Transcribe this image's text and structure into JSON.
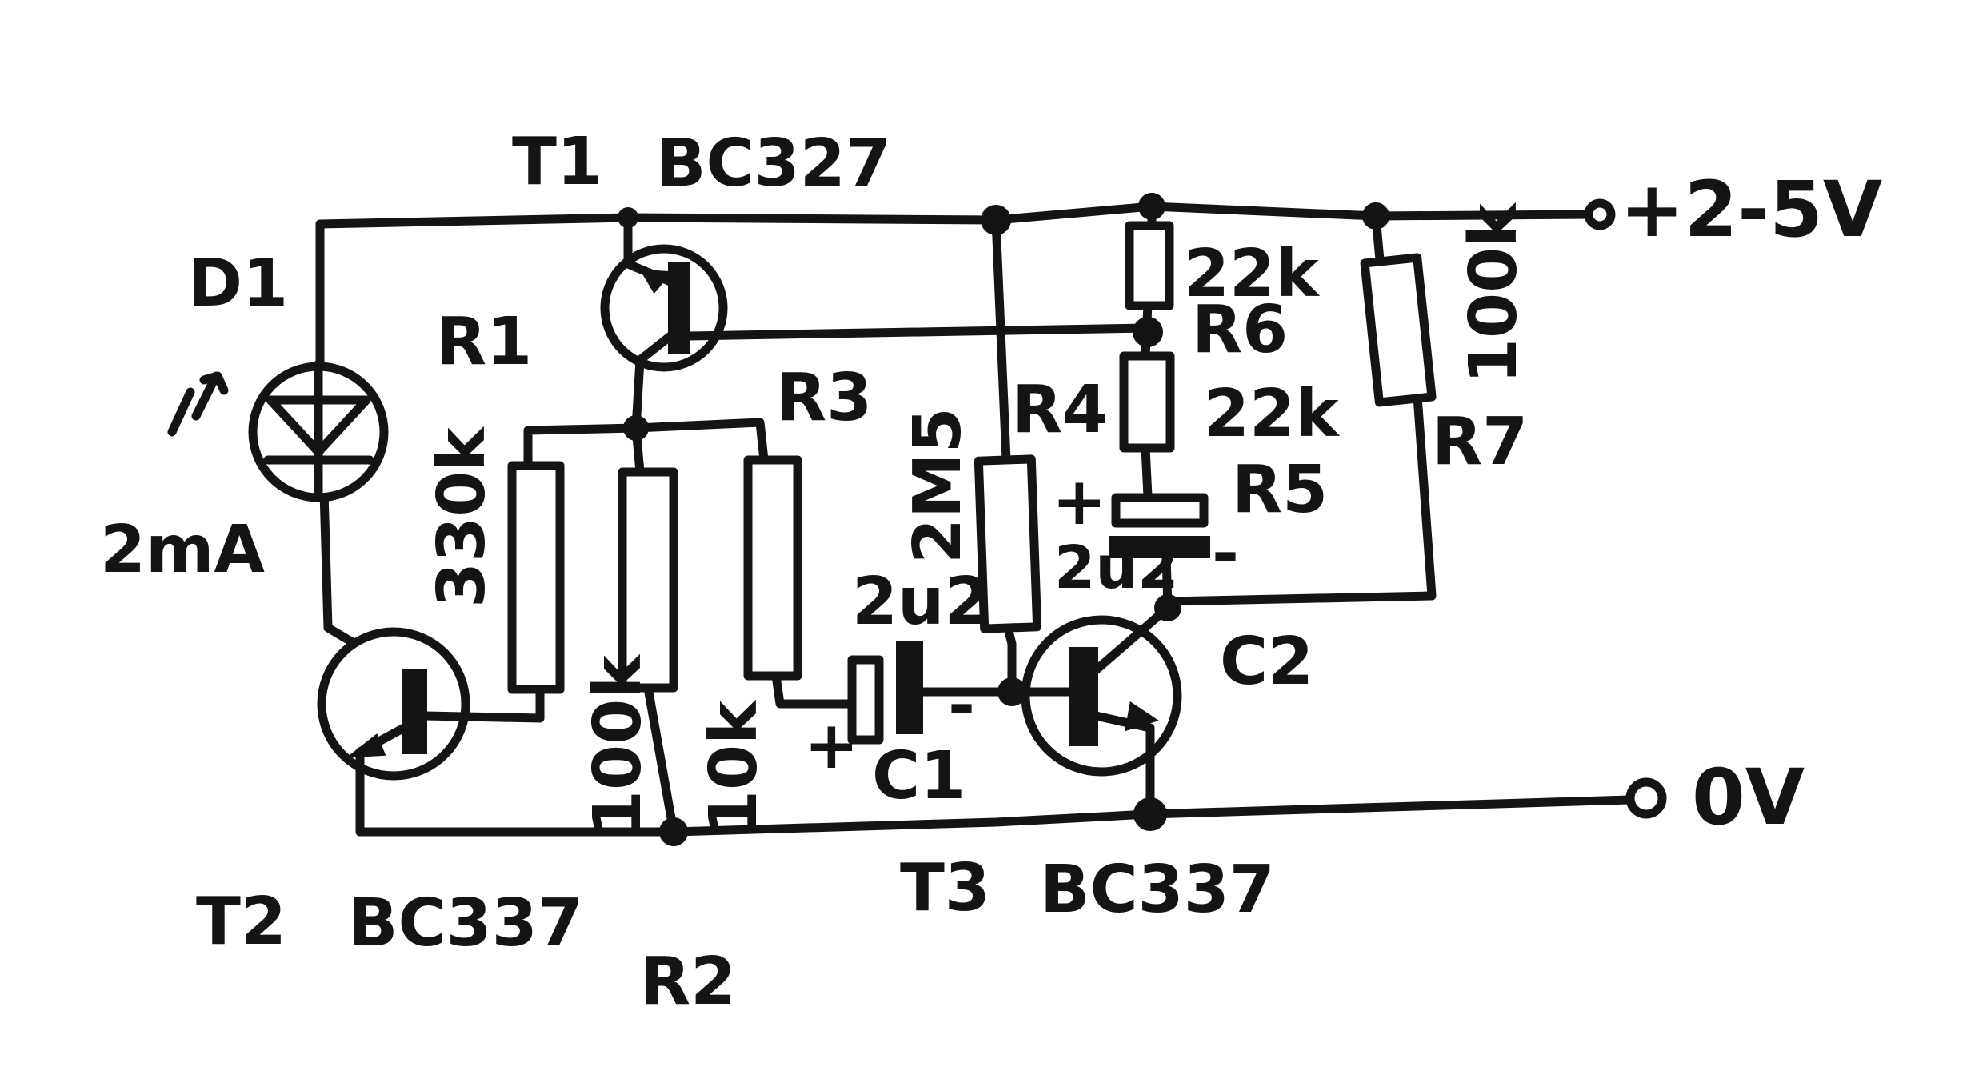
{
  "labels": {
    "t1": "T1",
    "t1_type": "BC327",
    "d1": "D1",
    "d1_current": "2mA",
    "r1": "R1",
    "r1_value": "330k",
    "r2": "R2",
    "r2_value": "100k",
    "r3": "R3",
    "r3_value": "10k",
    "r4": "R4",
    "r4_value": "2M5",
    "r5": "R5",
    "r6": "R6",
    "r5_value": "22k",
    "r6_value": "22k",
    "r7": "R7",
    "r7_value": "100k",
    "c1": "C1",
    "c1_value": "2u2",
    "c2": "C2",
    "c2_value": "2u2",
    "plus": "+",
    "minus": "-",
    "t2": "T2",
    "t2_type": "BC337",
    "t3": "T3",
    "t3_type": "BC337",
    "supply_pos": "+2-5V",
    "supply_gnd": "0V"
  },
  "colors": {
    "ink": "#141414",
    "paper": "#ffffff"
  }
}
